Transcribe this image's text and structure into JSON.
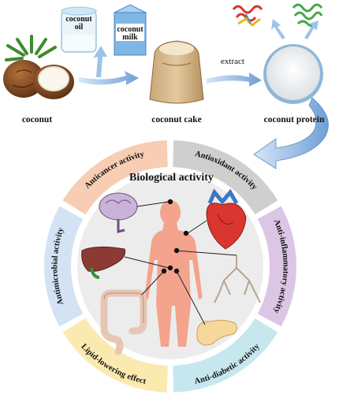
{
  "top": {
    "coconut": "coconut",
    "coconut_cake": "coconut cake",
    "coconut_protein": "coconut protein",
    "coconut_oil_line1": "coconut",
    "coconut_oil_line2": "oil",
    "coconut_milk_line1": "coconut",
    "coconut_milk_line2": "milk",
    "extract": "extract"
  },
  "wheel": {
    "title": "Biological activity",
    "segments": [
      {
        "label": "Anticancer activity",
        "color": "#f7cdb4"
      },
      {
        "label": "Antioxidant activity",
        "color": "#cfcfcf"
      },
      {
        "label": "Anti-inflammatory activity",
        "color": "#dcc6e6"
      },
      {
        "label": "Anti-diabetic activity",
        "color": "#c6e7ee"
      },
      {
        "label": "Lipid-lowering effect",
        "color": "#fbeab0"
      },
      {
        "label": "Antimicrobial activity",
        "color": "#d3e3f4"
      }
    ]
  }
}
